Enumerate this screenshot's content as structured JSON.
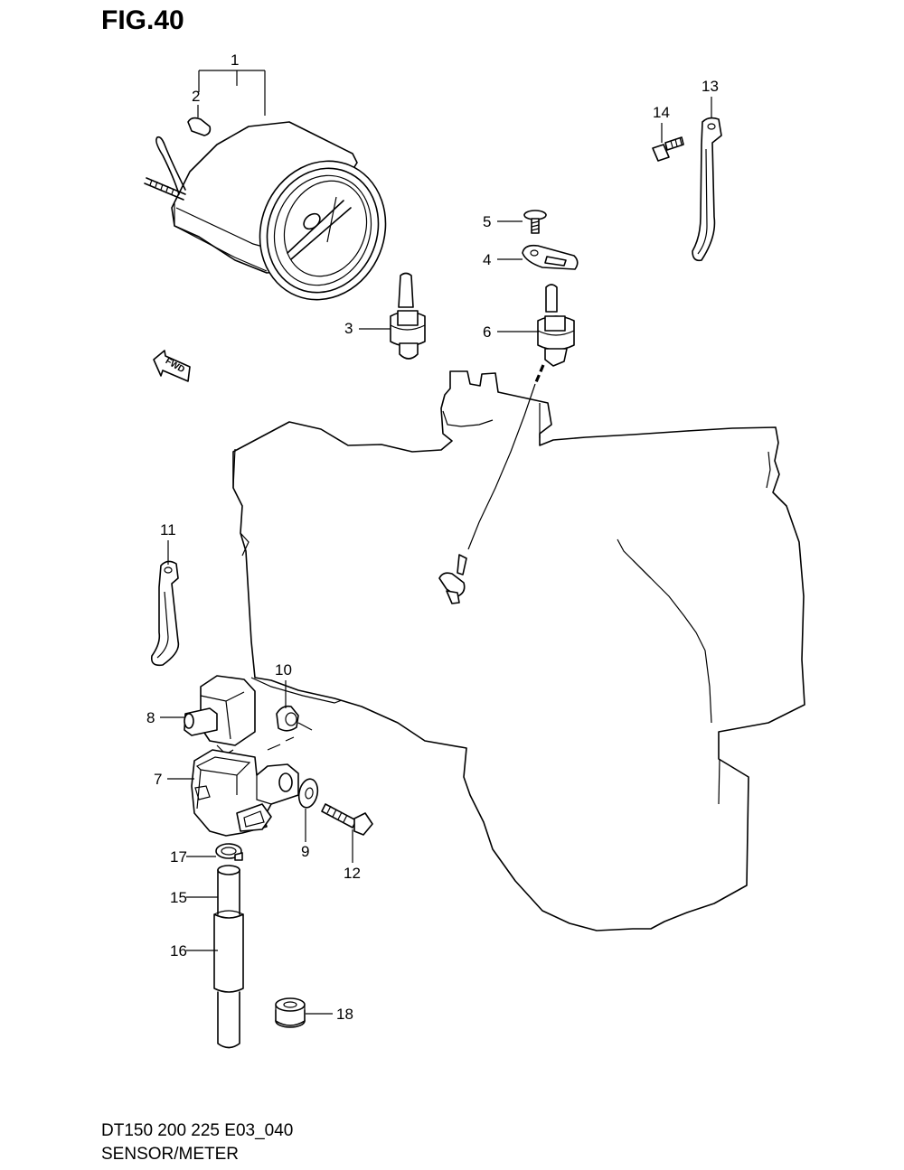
{
  "figure": {
    "title": "FIG.40",
    "model_code": "DT150 200 225 E03_040",
    "section_name": "SENSOR/METER",
    "direction_marker": "FWD"
  },
  "callouts": [
    {
      "number": "1",
      "part": "meter"
    },
    {
      "number": "2",
      "part": "meter-bulb"
    },
    {
      "number": "3",
      "part": "sensor"
    },
    {
      "number": "4",
      "part": "sensor-plate"
    },
    {
      "number": "5",
      "part": "screw"
    },
    {
      "number": "6",
      "part": "sensor"
    },
    {
      "number": "7",
      "part": "bracket"
    },
    {
      "number": "8",
      "part": "sensor-unit"
    },
    {
      "number": "9",
      "part": "washer"
    },
    {
      "number": "10",
      "part": "grommet"
    },
    {
      "number": "11",
      "part": "clamp"
    },
    {
      "number": "12",
      "part": "bolt"
    },
    {
      "number": "13",
      "part": "clamp"
    },
    {
      "number": "14",
      "part": "bolt"
    },
    {
      "number": "15",
      "part": "hose"
    },
    {
      "number": "16",
      "part": "hose-protector"
    },
    {
      "number": "17",
      "part": "hose-clip"
    },
    {
      "number": "18",
      "part": "grommet"
    }
  ]
}
